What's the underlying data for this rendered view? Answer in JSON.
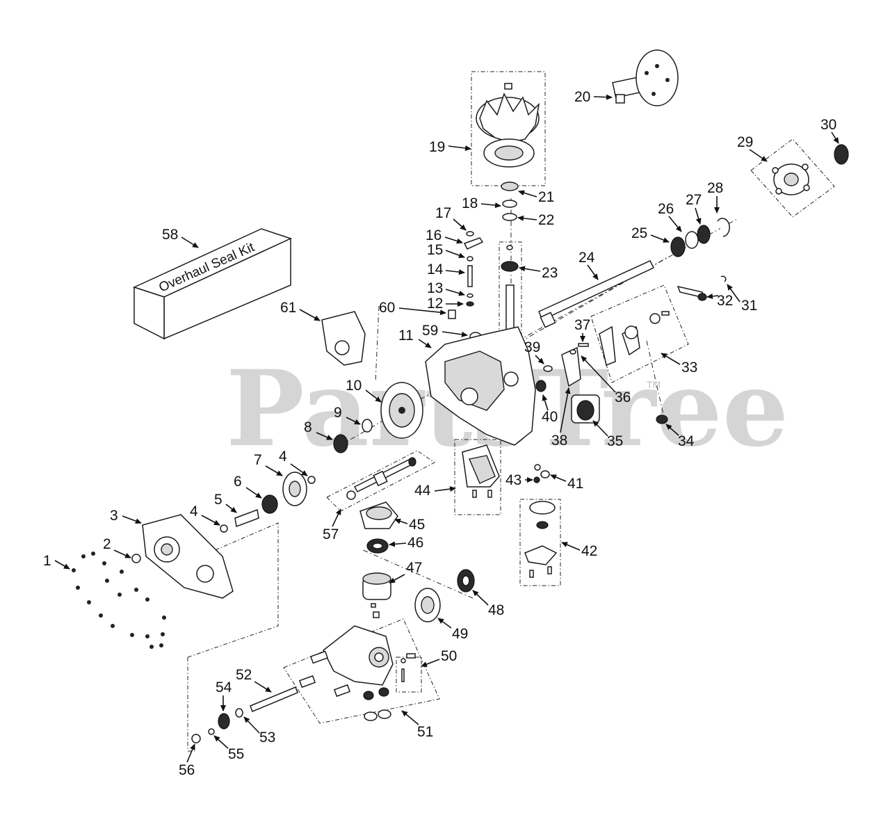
{
  "watermark": {
    "text": "PartsTree",
    "trademark": "TM"
  },
  "seal_kit_label": "Overhaul Seal Kit",
  "callouts": [
    "1",
    "2",
    "3",
    "4",
    "4",
    "5",
    "6",
    "7",
    "8",
    "9",
    "10",
    "11",
    "12",
    "13",
    "14",
    "15",
    "16",
    "17",
    "18",
    "19",
    "20",
    "21",
    "22",
    "23",
    "24",
    "25",
    "26",
    "27",
    "28",
    "29",
    "30",
    "31",
    "32",
    "33",
    "34",
    "35",
    "36",
    "37",
    "38",
    "39",
    "40",
    "41",
    "42",
    "43",
    "44",
    "45",
    "46",
    "47",
    "48",
    "49",
    "50",
    "51",
    "52",
    "53",
    "54",
    "55",
    "56",
    "57",
    "58",
    "59",
    "60",
    "61"
  ]
}
